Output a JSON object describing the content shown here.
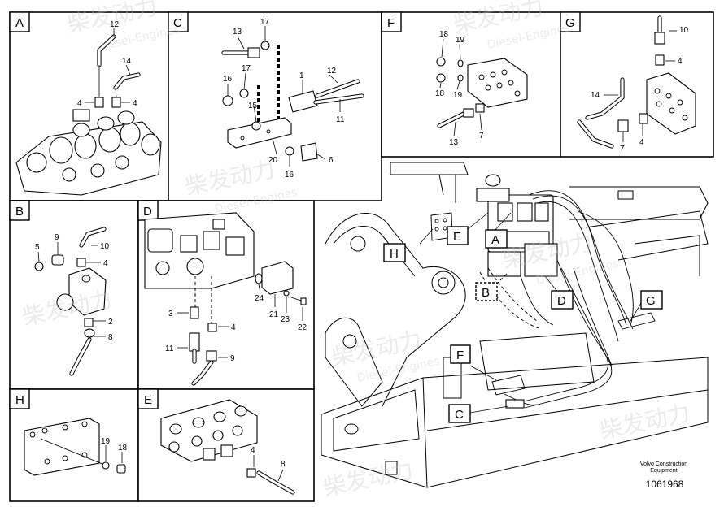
{
  "watermark": {
    "text": "柴发动力",
    "subtext": "Diesel-Engines"
  },
  "panels": {
    "A": {
      "letter": "A",
      "callouts": [
        "12",
        "14",
        "4",
        "4"
      ]
    },
    "C": {
      "letter": "C",
      "callouts": [
        "13",
        "17",
        "17",
        "16",
        "15",
        "1",
        "12",
        "11",
        "20",
        "16",
        "6"
      ]
    },
    "F": {
      "letter": "F",
      "callouts": [
        "18",
        "19",
        "18",
        "19",
        "13",
        "7"
      ]
    },
    "G": {
      "letter": "G",
      "callouts": [
        "10",
        "4",
        "14",
        "7",
        "4"
      ]
    },
    "B": {
      "letter": "B",
      "callouts": [
        "5",
        "9",
        "10",
        "4",
        "2",
        "8"
      ]
    },
    "D": {
      "letter": "D",
      "callouts": [
        "24",
        "21",
        "23",
        "22",
        "3",
        "4",
        "11",
        "9"
      ]
    },
    "H": {
      "letter": "H",
      "callouts": [
        "19",
        "18"
      ]
    },
    "E": {
      "letter": "E",
      "callouts": [
        "4",
        "8"
      ]
    }
  },
  "overview_tags": {
    "H": "H",
    "E": "E",
    "A": "A",
    "B": "B",
    "D": "D",
    "G": "G",
    "F": "F",
    "C": "C"
  },
  "footer": {
    "brand_line1": "Volvo Construction",
    "brand_line2": "Equipment",
    "drawing_number": "1061968"
  }
}
